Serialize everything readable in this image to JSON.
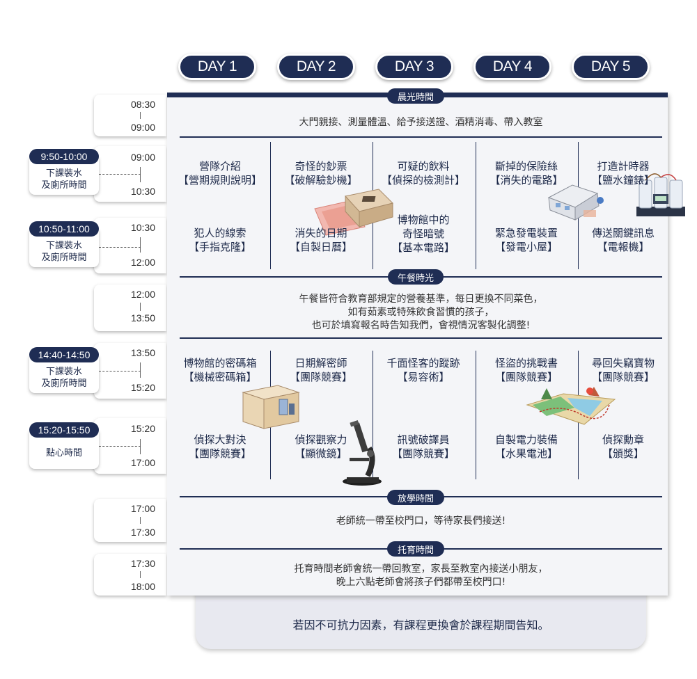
{
  "days": [
    "DAY 1",
    "DAY 2",
    "DAY 3",
    "DAY 4",
    "DAY 5"
  ],
  "time_slots": [
    {
      "start": "08:30",
      "end": "09:00"
    },
    {
      "start": "09:00",
      "end": "10:30"
    },
    {
      "start": "10:30",
      "end": "12:00"
    },
    {
      "start": "12:00",
      "end": "13:50"
    },
    {
      "start": "13:50",
      "end": "15:20"
    },
    {
      "start": "15:20",
      "end": "17:00"
    },
    {
      "start": "17:00",
      "end": "17:30"
    },
    {
      "start": "17:30",
      "end": "18:00"
    }
  ],
  "breaks": [
    {
      "time": "9:50-10:00",
      "line1": "下課裝水",
      "line2": "及廁所時間"
    },
    {
      "time": "10:50-11:00",
      "line1": "下課裝水",
      "line2": "及廁所時間"
    },
    {
      "time": "14:40-14:50",
      "line1": "下課裝水",
      "line2": "及廁所時間"
    },
    {
      "time": "15:20-15:50",
      "line1": "點心時間",
      "line2": ""
    }
  ],
  "sections": {
    "morning": {
      "label": "晨光時間",
      "text": "大門親接、測量體溫、給予接送證、酒精消毒、帶入教室"
    },
    "lunch": {
      "label": "午餐時光",
      "line1": "午餐皆符合教育部規定的營養基準，每日更換不同菜色，",
      "line2": "如有茹素或特殊飲食習慣的孩子，",
      "line3": "也可於填寫報名時告知我們，會視情況客製化調整!"
    },
    "dismissal": {
      "label": "放學時間",
      "text": "老師統一帶至校門口，等待家長們接送!"
    },
    "care": {
      "label": "托育時間",
      "line1": "托育時間老師會統一帶回教室，家長至教室內接送小朋友，",
      "line2": "晚上六點老師會將孩子們都帶至校門口!"
    }
  },
  "morning_activities": {
    "row1": [
      {
        "title": "營隊介紹",
        "sub": "【營期規則說明】"
      },
      {
        "title": "奇怪的鈔票",
        "sub": "【破解驗鈔機】"
      },
      {
        "title": "可疑的飲料",
        "sub": "【偵探的檢測計】"
      },
      {
        "title": "斷掉的保險絲",
        "sub": "【消失的電路】"
      },
      {
        "title": "打造計時器",
        "sub": "【鹽水鐘錶】"
      }
    ],
    "row2": [
      {
        "title": "犯人的線索",
        "sub": "【手指克隆】"
      },
      {
        "title": "消失的日期",
        "sub": "【自製日曆】"
      },
      {
        "title": "博物館中的",
        "title2": "奇怪暗號",
        "sub": "【基本電路】"
      },
      {
        "title": "緊急發電裝置",
        "sub": "【發電小屋】"
      },
      {
        "title": "傳送關鍵訊息",
        "sub": "【電報機】"
      }
    ]
  },
  "afternoon_activities": {
    "row1": [
      {
        "title": "博物館的密碼箱",
        "sub": "【機械密碼箱】"
      },
      {
        "title": "日期解密師",
        "sub": "【團隊競賽】"
      },
      {
        "title": "千面怪客的蹤跡",
        "sub": "【易容術】"
      },
      {
        "title": "怪盜的挑戰書",
        "sub": "【團隊競賽】"
      },
      {
        "title": "尋回失竊寶物",
        "sub": "【團隊競賽】"
      }
    ],
    "row2": [
      {
        "title": "偵探大對決",
        "sub": "【團隊競賽】"
      },
      {
        "title": "偵探觀察力",
        "sub": "【顯微鏡】"
      },
      {
        "title": "訊號破譯員",
        "sub": "【團隊競賽】"
      },
      {
        "title": "自製電力裝備",
        "sub": "【水果電池】"
      },
      {
        "title": "偵探勳章",
        "sub": "【頒獎】"
      }
    ]
  },
  "footer": "若因不可抗力因素，有課程更換會於課程期間告知。",
  "colors": {
    "navy": "#1f2d54",
    "panel": "#f4f5f8",
    "footer": "#e8e9f0"
  }
}
